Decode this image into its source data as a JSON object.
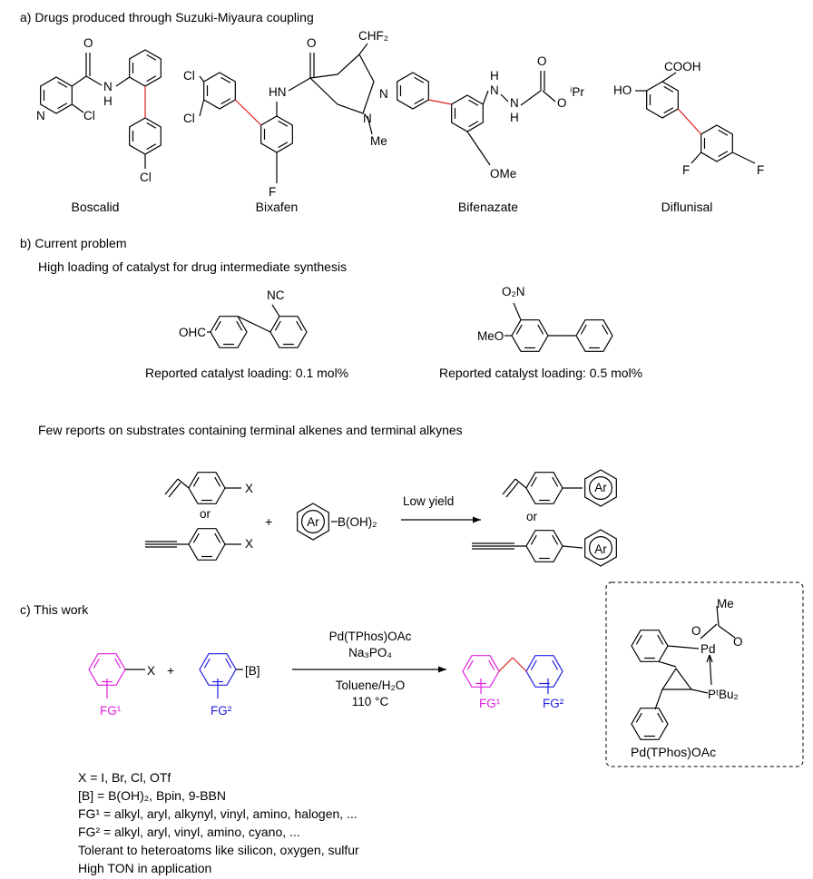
{
  "sections": {
    "a_title": "a) Drugs produced through Suzuki-Miyaura coupling",
    "b_title": "b) Current problem",
    "b_subtitle1": "High loading of catalyst for drug intermediate synthesis",
    "b_subtitle2": "Few reports on substrates containing terminal alkenes and terminal alkynes",
    "c_title": "c) This work"
  },
  "drugs": [
    {
      "name": "Boscalid",
      "atoms": {
        "N": "N",
        "Cl1": "Cl",
        "O": "O",
        "NH_N": "N",
        "NH_H": "H",
        "Cl2": "Cl"
      }
    },
    {
      "name": "Bixafen",
      "atoms": {
        "Cl1": "Cl",
        "Cl2": "Cl",
        "HN": "HN",
        "O": "O",
        "CHF2": "CHF₂",
        "N1": "N",
        "N2": "N",
        "Me": "Me",
        "F": "F"
      }
    },
    {
      "name": "Bifenazate",
      "atoms": {
        "N1": "N",
        "H1": "H",
        "N2": "N",
        "H2": "H",
        "O1": "O",
        "O2": "O",
        "iPr": "ⁱPr",
        "OMe": "OMe"
      }
    },
    {
      "name": "Diflunisal",
      "atoms": {
        "HO": "HO",
        "COOH": "COOH",
        "F1": "F",
        "F2": "F"
      }
    }
  ],
  "problem": {
    "mol1": {
      "OHC": "OHC",
      "NC": "NC",
      "caption": "Reported catalyst loading: 0.1 mol%"
    },
    "mol2": {
      "O2N": "O₂N",
      "MeO": "MeO",
      "caption": "Reported catalyst loading: 0.5 mol%"
    },
    "reaction": {
      "X1": "X",
      "X2": "X",
      "or1": "or",
      "or2": "or",
      "plus": "+",
      "Ar": "Ar",
      "boronic": "B(OH)₂",
      "arrow_label": "Low yield",
      "Ar_p1": "Ar",
      "Ar_p2": "Ar"
    }
  },
  "this_work": {
    "X": "X",
    "FG1": "FG¹",
    "plus": "+",
    "B": "[B]",
    "FG2": "FG²",
    "conditions_above": [
      "Pd(TPhos)OAc",
      "Na₃PO₄"
    ],
    "conditions_below": [
      "Toluene/H₂O",
      "110 °C"
    ],
    "prod_FG1": "FG¹",
    "prod_FG2": "FG²",
    "colors": {
      "fg1": "#e020e0",
      "fg2": "#2020e0",
      "new_bond": "#e02020"
    },
    "catalyst": {
      "Me": "Me",
      "O1": "O",
      "O2": "O",
      "Pd": "Pd",
      "P": "PᵗBu₂",
      "name": "Pd(TPhos)OAc"
    },
    "scope": [
      "X = I, Br, Cl, OTf",
      "[B] = B(OH)₂, Bpin, 9-BBN",
      "FG¹ = alkyl, aryl, alkynyl, vinyl, amino, halogen, ...",
      "FG² = alkyl, aryl, vinyl, amino, cyano, ...",
      "Tolerant to heteroatoms like silicon, oxygen, sulfur",
      "High TON in application"
    ]
  }
}
